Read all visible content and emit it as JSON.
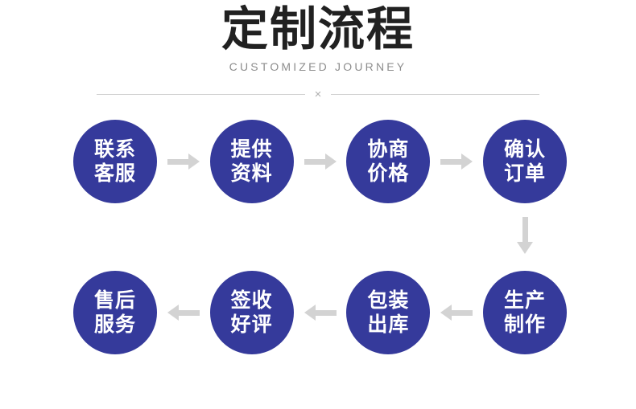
{
  "header": {
    "title": "定制流程",
    "subtitle": "CUSTOMIZED JOURNEY",
    "divider_mark": "×"
  },
  "colors": {
    "node_fill": "#353a9b",
    "node_text": "#ffffff",
    "title_text": "#212121",
    "subtitle_text": "#8d8d8d",
    "arrow": "#d3d3d3",
    "divider_line": "#cfcfcf",
    "background": "#ffffff"
  },
  "flow": {
    "row1_direction": "left-to-right",
    "row2_direction": "right-to-left",
    "row1": [
      {
        "line1": "联系",
        "line2": "客服"
      },
      {
        "line1": "提供",
        "line2": "资料"
      },
      {
        "line1": "协商",
        "line2": "价格"
      },
      {
        "line1": "确认",
        "line2": "订单"
      }
    ],
    "row2": [
      {
        "line1": "售后",
        "line2": "服务"
      },
      {
        "line1": "签收",
        "line2": "好评"
      },
      {
        "line1": "包装",
        "line2": "出库"
      },
      {
        "line1": "生产",
        "line2": "制作"
      }
    ]
  }
}
